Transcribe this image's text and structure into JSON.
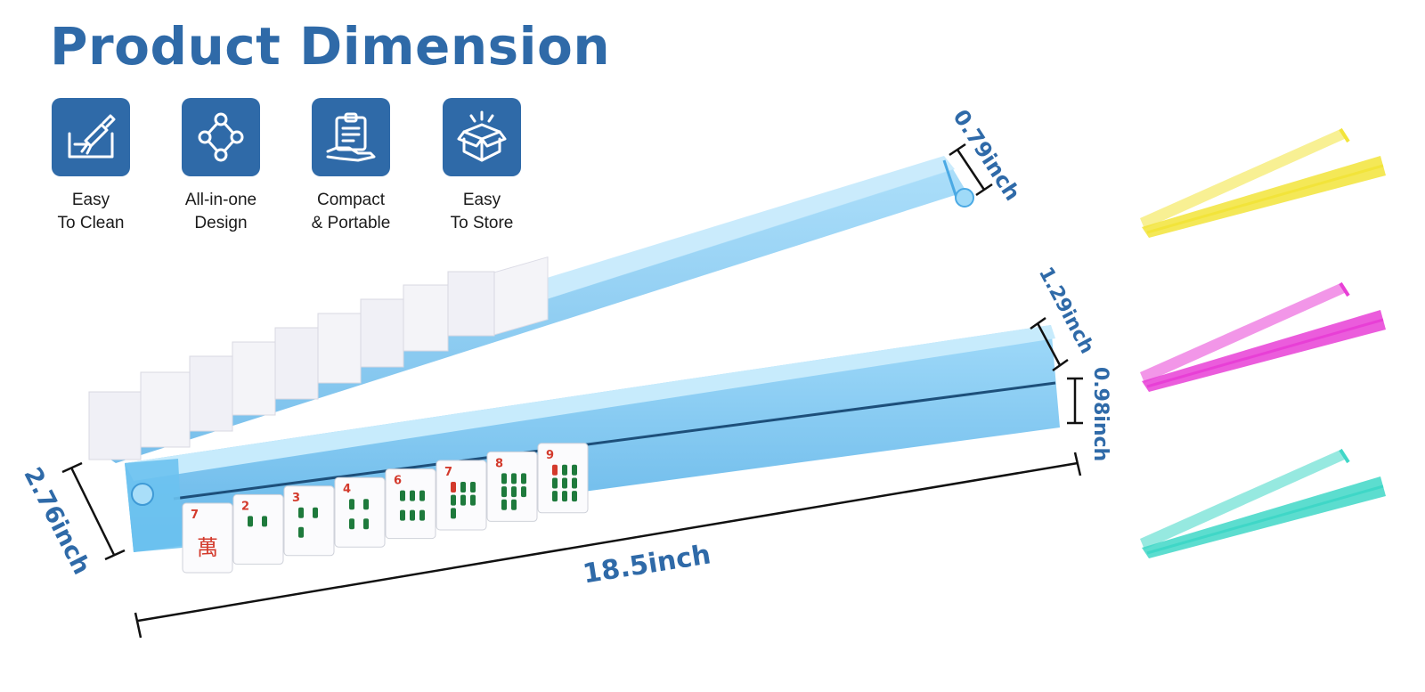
{
  "header": {
    "title": "Product Dimension"
  },
  "features": [
    {
      "icon": "brush-clean-icon",
      "line1": "Easy",
      "line2": "To Clean"
    },
    {
      "icon": "connected-nodes-icon",
      "line1": "All-in-one",
      "line2": "Design"
    },
    {
      "icon": "clipboard-hand-icon",
      "line1": "Compact",
      "line2": "& Portable"
    },
    {
      "icon": "open-box-icon",
      "line1": "Easy",
      "line2": "To Store"
    }
  ],
  "dimensions": {
    "length": "18.5inch",
    "height": "2.76inch",
    "lip_height": "0.79inch",
    "rack_width": "1.29inch",
    "rack_depth": "0.98inch"
  },
  "tiles": [
    "7",
    "2",
    "3",
    "4",
    "6",
    "7",
    "8",
    "9"
  ],
  "variant_colors": [
    "#f2e43a",
    "#e83fd6",
    "#3fd7c7"
  ],
  "colors": {
    "brand": "#2f6aa8",
    "rack": "#5ab8ee",
    "tile_number": "#d33a2c",
    "tile_pip": "#1e7a3c"
  }
}
